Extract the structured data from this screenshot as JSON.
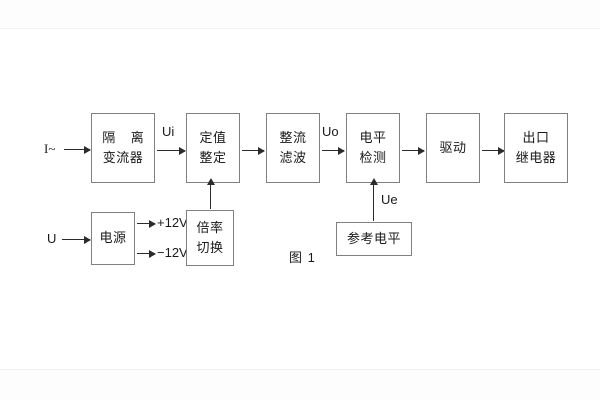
{
  "figure": {
    "caption": "图 1",
    "frame_color": "#808080",
    "line_color": "#2b2b2b"
  },
  "inputs": {
    "current": "I~",
    "voltage": "U"
  },
  "signals": {
    "ui": "Ui",
    "uo": "Uo",
    "ue": "Ue",
    "rail_pos": "+12V",
    "rail_neg": "−12V"
  },
  "blocks": {
    "isolation_ct": {
      "line1": "隔 离",
      "line2": "变流器"
    },
    "setting": {
      "line1": "定值",
      "line2": "整定"
    },
    "rectify_filter": {
      "line1": "整流",
      "line2": "滤波"
    },
    "level_detect": {
      "line1": "电平",
      "line2": "检测"
    },
    "drive": {
      "line1": "驱动"
    },
    "output_relay": {
      "line1": "出口",
      "line2": "继电器"
    },
    "power_supply": {
      "line1": "电源"
    },
    "multiplier_switch": {
      "line1": "倍率",
      "line2": "切换"
    },
    "reference_level": {
      "line1": "参考电平"
    }
  }
}
